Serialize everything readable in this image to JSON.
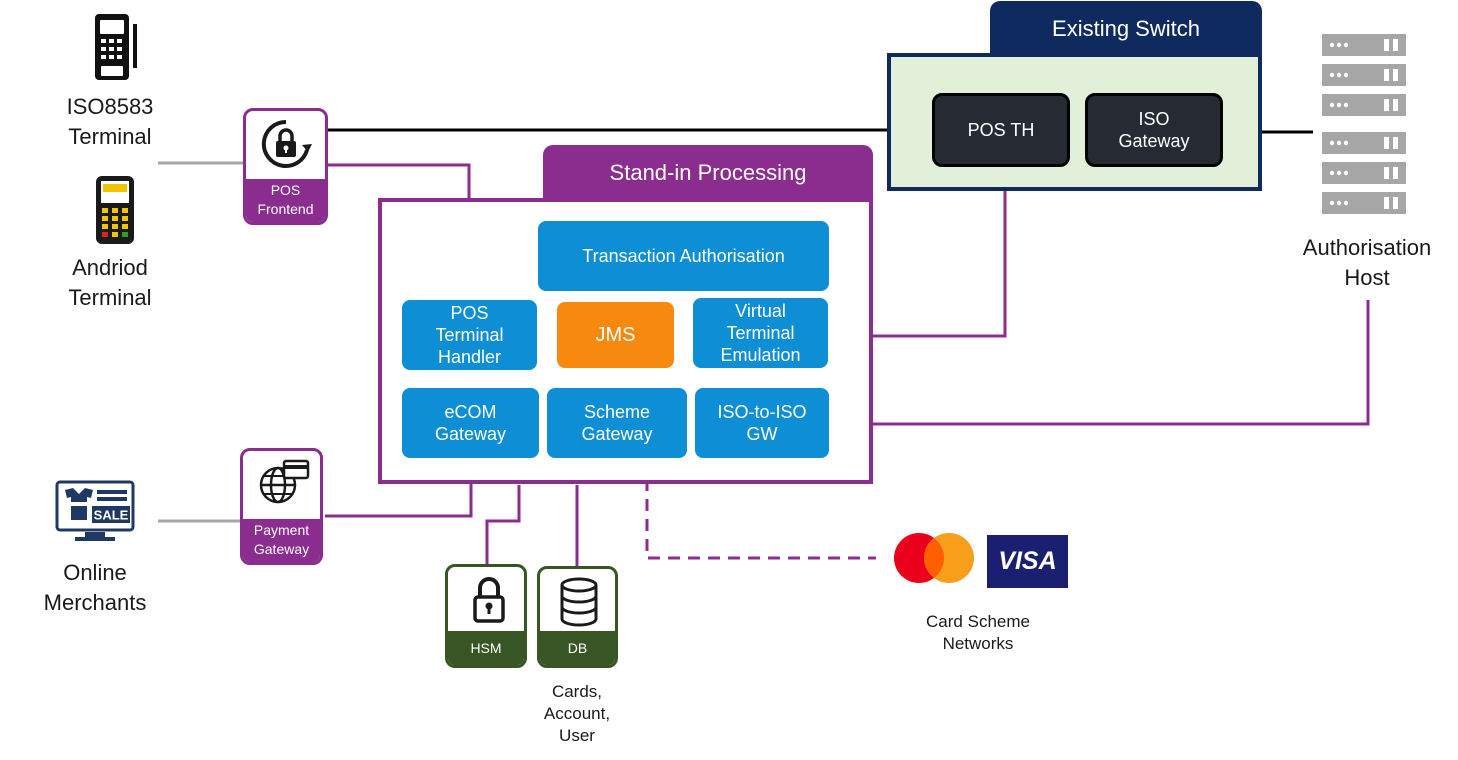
{
  "existing_switch": {
    "title": "Existing Switch",
    "pos_th": "POS TH",
    "iso_gateway": "ISO\nGateway"
  },
  "standin": {
    "title": "Stand-in Processing",
    "transaction_authorisation": "Transaction Authorisation",
    "pos_terminal_handler": "POS\nTerminal\nHandler",
    "jms": "JMS",
    "virtual_terminal_emulation": "Virtual\nTerminal\nEmulation",
    "ecom_gateway": "eCOM\nGateway",
    "scheme_gateway": "Scheme\nGateway",
    "iso_to_iso_gw": "ISO-to-ISO\nGW"
  },
  "left": {
    "iso8583_terminal": "ISO8583\nTerminal",
    "andriod_terminal": "Andriod\nTerminal",
    "online_merchants": "Online\nMerchants",
    "pos_frontend": "POS\nFrontend",
    "payment_gateway": "Payment\nGateway",
    "sale_sign": "SALE"
  },
  "right": {
    "authorisation_host": "Authorisation\nHost"
  },
  "bottom": {
    "hsm": "HSM",
    "db": "DB",
    "db_note": "Cards,\nAccount,\nUser",
    "card_scheme_networks": "Card Scheme\nNetworks",
    "visa": "VISA"
  },
  "colors": {
    "purple": "#8b2c8f",
    "navy": "#0f2a5e",
    "blue": "#0e8fd5",
    "orange": "#f7890f",
    "green_dark": "#375623",
    "switch_bg": "#e2efd9",
    "mastercard_red": "#eb001b",
    "mastercard_orange": "#f79e1b",
    "visa_navy": "#1a1f71"
  },
  "icons": [
    "pos-terminal-icon",
    "android-terminal-icon",
    "lock-refresh-icon",
    "globe-card-icon",
    "sale-monitor-icon",
    "server-rack-icon",
    "padlock-icon",
    "database-icon",
    "mastercard-logo",
    "visa-logo"
  ]
}
